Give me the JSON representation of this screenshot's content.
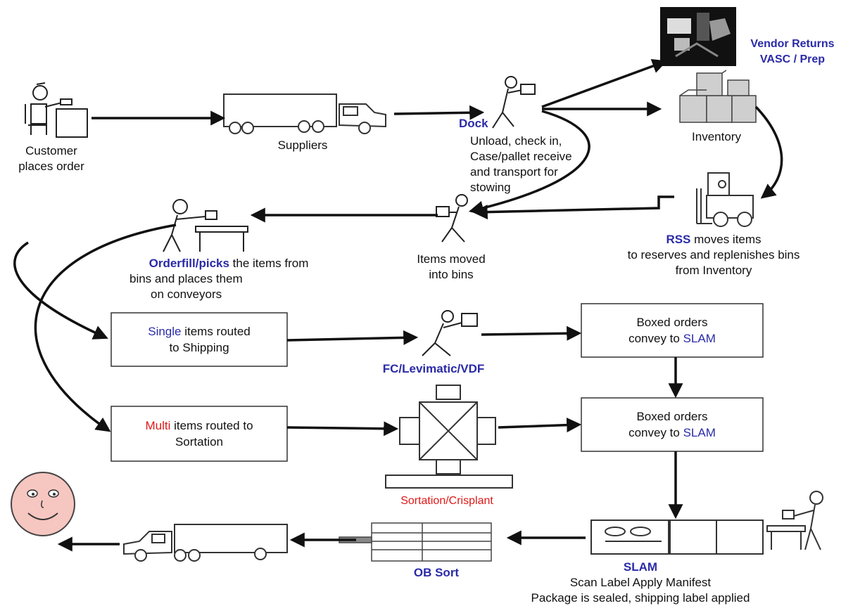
{
  "steps": {
    "customer": {
      "line1": "Customer",
      "line2": "places order"
    },
    "suppliers": {
      "label": "Suppliers"
    },
    "dock": {
      "title": "Dock",
      "line1": "Unload, check in,",
      "line2": "Case/pallet receive",
      "line3": "and transport for",
      "line4": "stowing"
    },
    "vendor_returns": {
      "line1": "Vendor Returns",
      "line2": "VASC / Prep"
    },
    "inventory": {
      "label": "Inventory"
    },
    "rss": {
      "title": "RSS",
      "line1_rest": " moves items",
      "line2": "to reserves and replenishes bins",
      "line3": "from Inventory"
    },
    "items_moved": {
      "line1": "Items moved",
      "line2": "into bins"
    },
    "orderfill": {
      "title": "Orderfill/picks",
      "line1_rest": " the items from",
      "line2": "bins and places them",
      "line3": "on conveyors"
    },
    "single": {
      "title": "Single",
      "line1_rest": " items routed",
      "line2": "to Shipping"
    },
    "multi": {
      "title": "Multi",
      "line1_rest": " items routed to",
      "line2": "Sortation"
    },
    "fc": {
      "label": "FC/Levimatic/VDF"
    },
    "sortation": {
      "label": "Sortation/Crisplant"
    },
    "boxed1": {
      "line1": "Boxed orders",
      "line2_pre": "convey to ",
      "line2_hl": "SLAM"
    },
    "boxed2": {
      "line1": "Boxed orders",
      "line2_pre": "convey to ",
      "line2_hl": "SLAM"
    },
    "slam": {
      "title": "SLAM",
      "line1": "Scan Label Apply Manifest",
      "line2": "Package is sealed, shipping label applied"
    },
    "ob_sort": {
      "label": "OB Sort"
    }
  },
  "colors": {
    "highlight_blue": "#2a2aa8",
    "highlight_red": "#e01818",
    "face": "#f6c6c0"
  },
  "icons": [
    "person-at-desk-icon",
    "supplier-truck-icon",
    "dock-worker-icon",
    "vendor-returns-photo-icon",
    "inventory-boxes-icon",
    "forklift-icon",
    "bin-worker-icon",
    "picker-at-conveyor-icon",
    "running-worker-icon",
    "sorter-machine-icon",
    "slam-machine-icon",
    "ob-sort-conveyor-icon",
    "outbound-truck-icon",
    "smiley-face-icon"
  ]
}
